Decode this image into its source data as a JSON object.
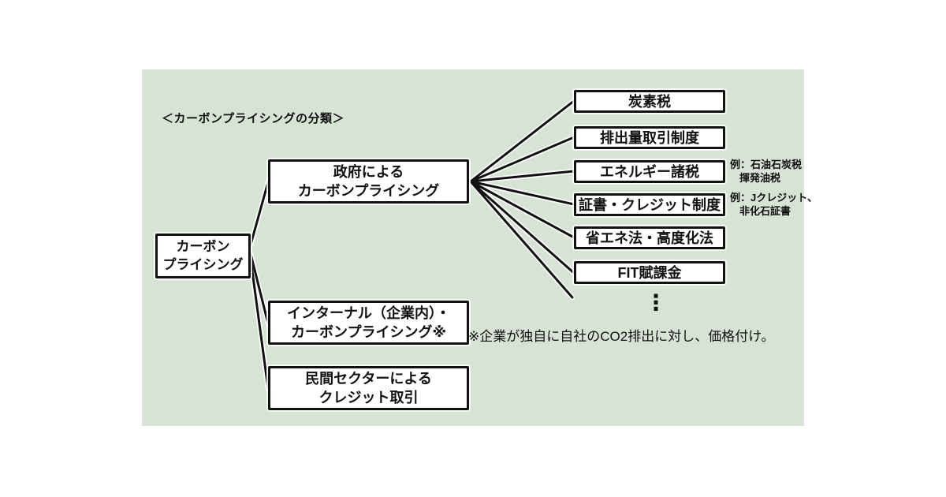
{
  "title": "＜カーボンプライシングの分類＞",
  "colors": {
    "panel_bg": "#d7e3d5",
    "box_bg": "#ffffff",
    "box_border": "#111111",
    "connector_line": "#111111",
    "text": "#111111"
  },
  "tree": {
    "root": {
      "label": "カーボン\nプライシング"
    },
    "level2": [
      {
        "label": "政府による\nカーボンプライシング"
      },
      {
        "label": "インターナル（企業内）・\nカーボンプライシング※"
      },
      {
        "label": "民間セクターによる\nクレジット取引"
      }
    ],
    "level3": [
      {
        "label": "炭素税"
      },
      {
        "label": "排出量取引制度"
      },
      {
        "label": "エネルギー諸税",
        "example": "例：石油石炭税\n揮発油税"
      },
      {
        "label": "証書・クレジット制度",
        "example": "例：Jクレジット、\n非化石証書"
      },
      {
        "label": "省エネ法・高度化法"
      },
      {
        "label": "FIT賦課金"
      }
    ],
    "ellipsis": "⋮"
  },
  "footnote": "※企業が独自に自社のCO2排出に対し、価格付け。"
}
